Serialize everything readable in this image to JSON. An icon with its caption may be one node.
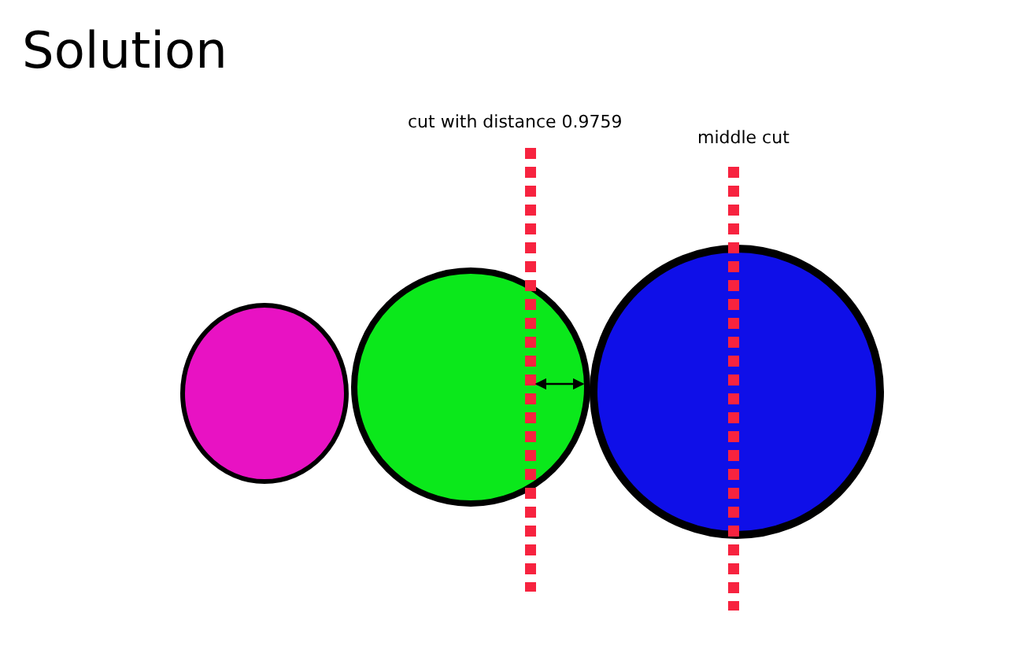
{
  "diagram": {
    "title": "Solution",
    "nodes": [
      {
        "text": [],
        "shape": "circle"
      },
      {
        "text": [],
        "shape": "circle"
      },
      {
        "text": [],
        "shape": "circle"
      }
    ],
    "labels": [
      "cut with distance 0.9759",
      "middle cut"
    ]
  }
}
